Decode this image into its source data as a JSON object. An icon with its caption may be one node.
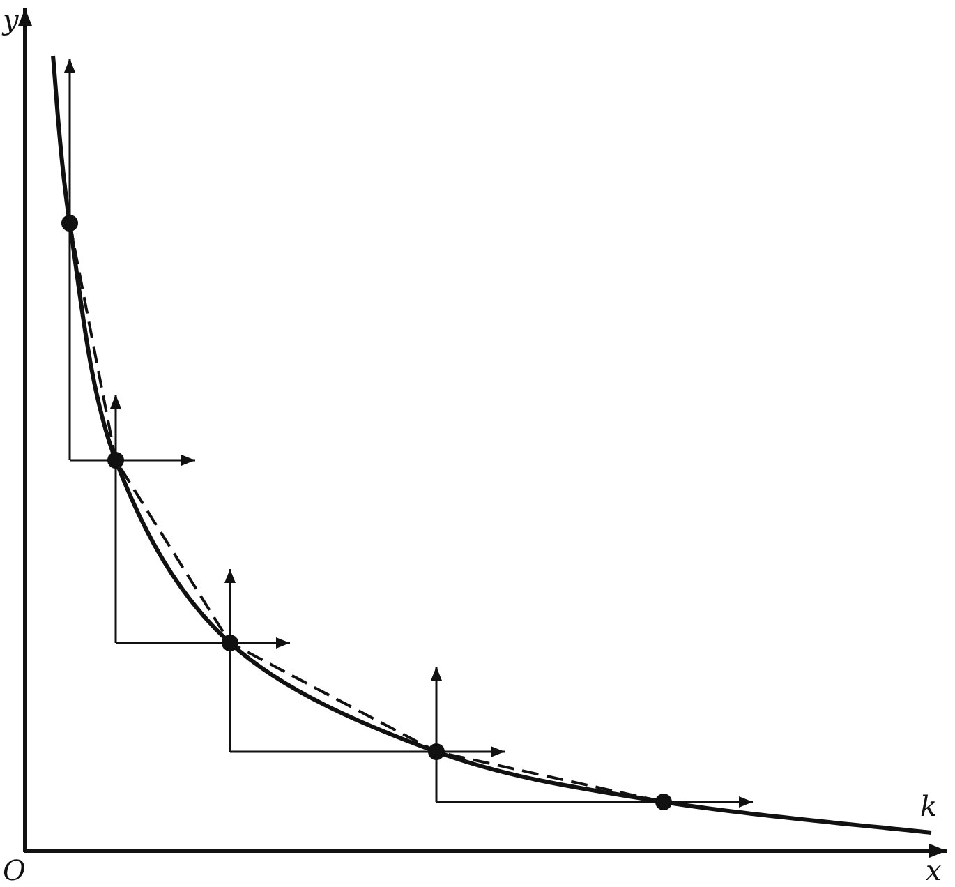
{
  "diagram": {
    "labels": [
      "y",
      "O",
      "x",
      "k"
    ]
  }
}
